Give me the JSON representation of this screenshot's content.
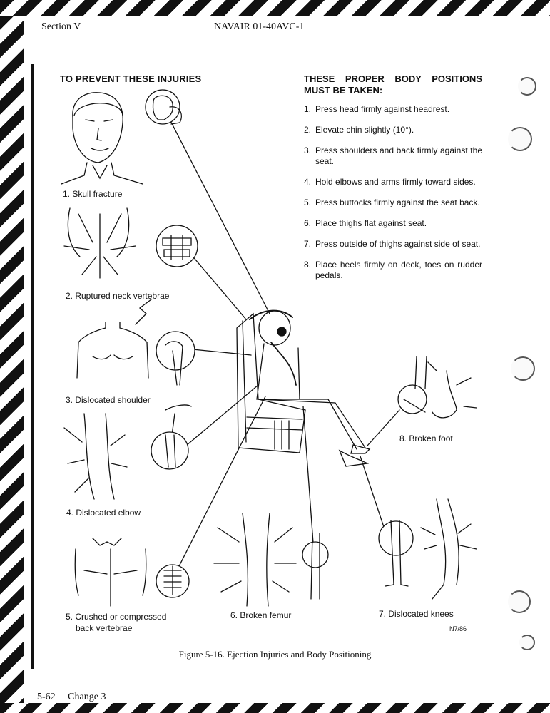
{
  "header": {
    "section": "Section V",
    "doc_number": "NAVAIR 01-40AVC-1"
  },
  "left_heading": "TO PREVENT THESE INJURIES",
  "right_heading": "THESE PROPER BODY POSITIONS MUST BE TAKEN:",
  "steps": [
    {
      "num": "1.",
      "text": "Press head firmly against headrest."
    },
    {
      "num": "2.",
      "text": "Elevate chin slightly (10°)."
    },
    {
      "num": "3.",
      "text": "Press shoulders and back firmly against the seat."
    },
    {
      "num": "4.",
      "text": "Hold elbows and arms firmly toward sides."
    },
    {
      "num": "5.",
      "text": "Press buttocks firmly against the seat back."
    },
    {
      "num": "6.",
      "text": "Place thighs flat against seat."
    },
    {
      "num": "7.",
      "text": "Press outside of thighs against side of seat."
    },
    {
      "num": "8.",
      "text": "Place heels firmly on deck, toes on rudder pedals."
    }
  ],
  "injuries": {
    "skull": "1. Skull fracture",
    "neck": "2. Ruptured neck vertebrae",
    "shoulder": "3. Dislocated shoulder",
    "elbow": "4. Dislocated elbow",
    "back_line1": "5. Crushed or compressed",
    "back_line2": "back vertebrae",
    "femur": "6. Broken femur",
    "knees": "7. Dislocated knees",
    "foot": "8. Broken foot"
  },
  "figure_code": "N7/86",
  "caption": "Figure 5-16. Ejection Injuries and Body Positioning",
  "footer": {
    "page": "5-62",
    "change": "Change 3"
  }
}
